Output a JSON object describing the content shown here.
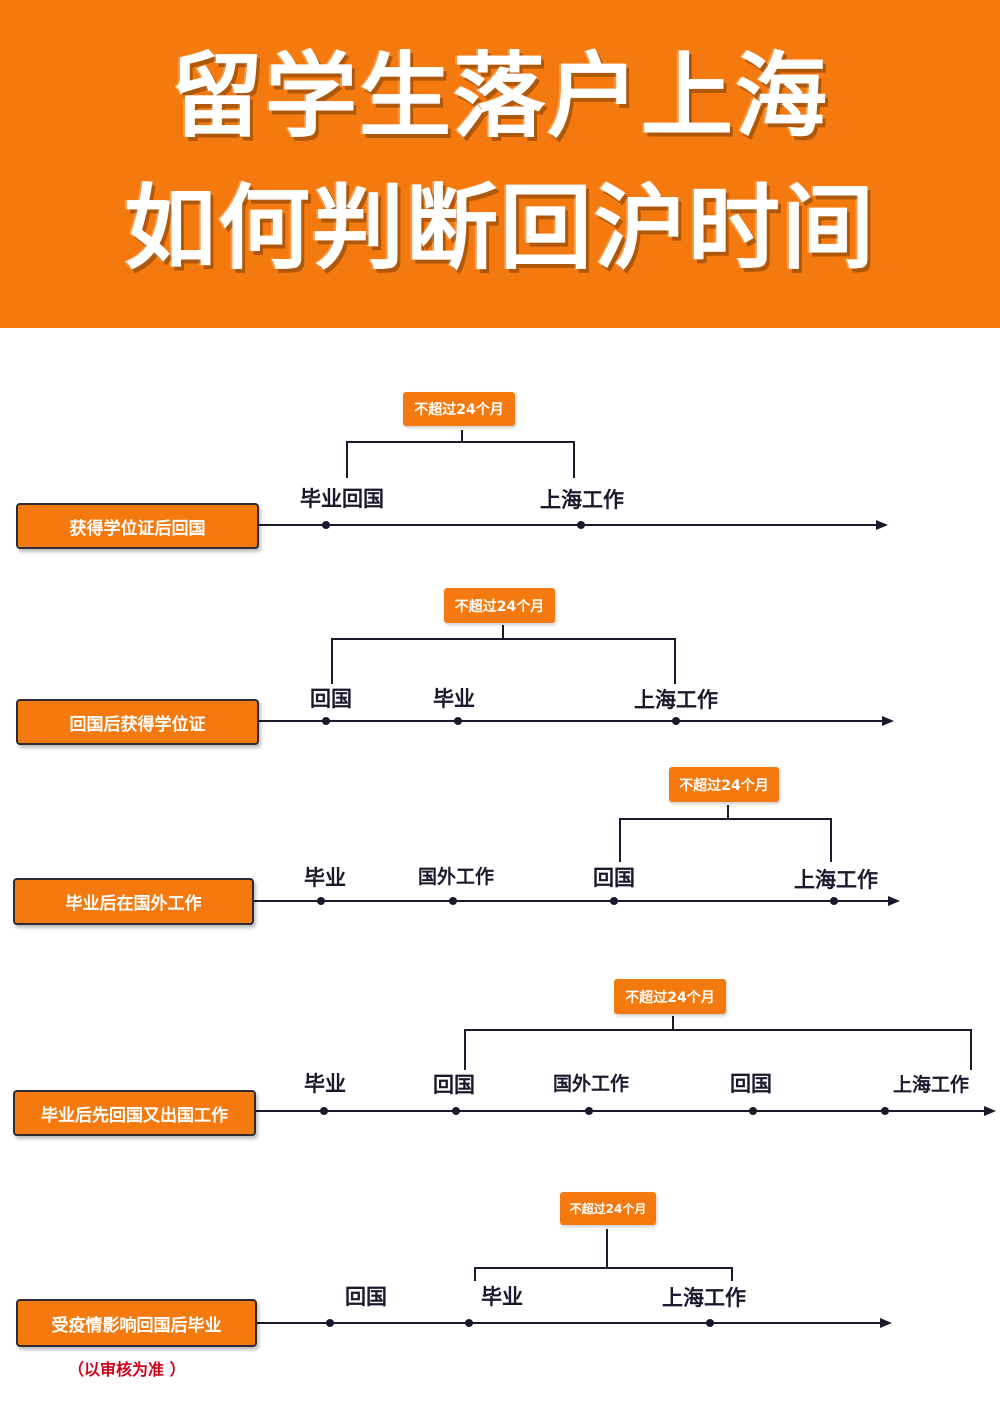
{
  "header": {
    "title_line1": "留学生落户上海",
    "title_line2": "如何判断回沪时间",
    "bg_color": "#f47a0f"
  },
  "colors": {
    "accent": "#f47a0f",
    "line": "#1a1a2e",
    "note": "#d0021b"
  },
  "cases": [
    {
      "label": "获得学位证后回国",
      "tag": "不超过24个月",
      "events": [
        "毕业回国",
        "上海工作"
      ]
    },
    {
      "label": "回国后获得学位证",
      "tag": "不超过24个月",
      "events": [
        "回国",
        "毕业",
        "上海工作"
      ]
    },
    {
      "label": "毕业后在国外工作",
      "tag": "不超过24个月",
      "events": [
        "毕业",
        "国外工作",
        "回国",
        "上海工作"
      ]
    },
    {
      "label": "毕业后先回国又出国工作",
      "tag": "不超过24个月",
      "events": [
        "毕业",
        "回国",
        "国外工作",
        "回国",
        "上海工作"
      ]
    },
    {
      "label": "受疫情影响回国后毕业",
      "tag": "不超过24个月",
      "events": [
        "回国",
        "毕业",
        "上海工作"
      ],
      "note": "（以审核为准 ）"
    }
  ]
}
